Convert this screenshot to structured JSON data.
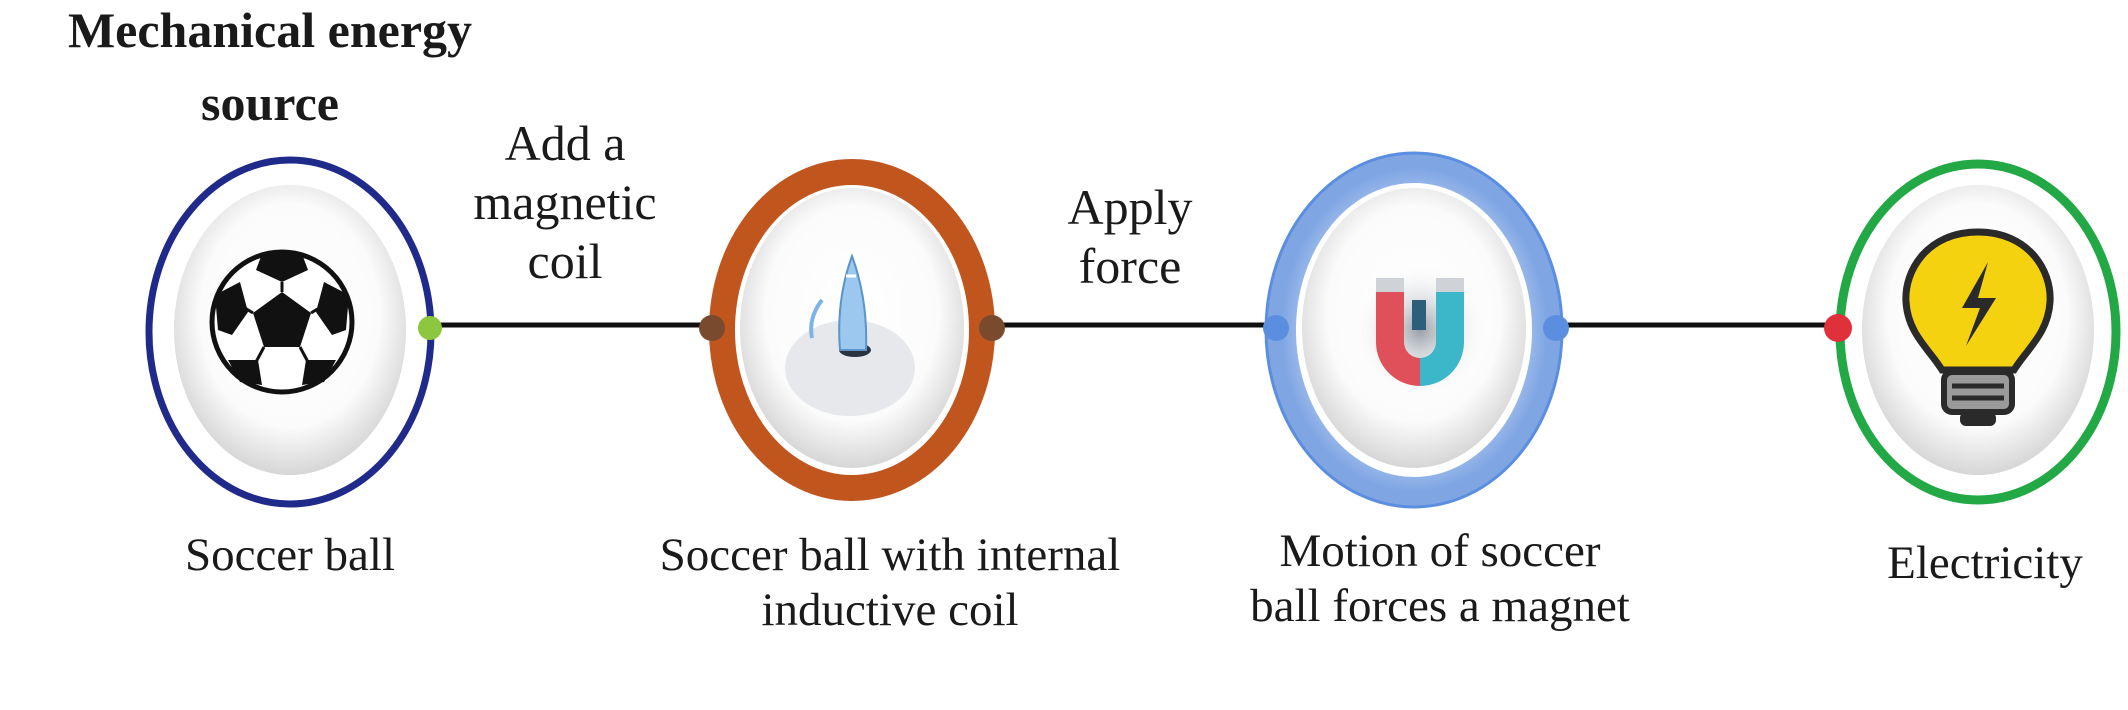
{
  "title": "Mechanical energy source",
  "edges": [
    {
      "label": "Add a magnetic coil"
    },
    {
      "label": "Apply force"
    },
    {
      "label": ""
    }
  ],
  "nodes": [
    {
      "label": "Soccer ball",
      "icon": "soccer-ball-icon",
      "ring_color": "#1f2a8a",
      "port_color": "#8dc63f"
    },
    {
      "label": "Soccer ball with internal inductive coil",
      "icon": "coil-device-icon",
      "ring_color": "#c0561e",
      "port_color": "#7a4a2e"
    },
    {
      "label": "Motion of soccer ball forces a magnet",
      "icon": "magnet-icon",
      "ring_color": "#6a9ae0",
      "port_color": "#5b8ee0"
    },
    {
      "label": "Electricity",
      "icon": "light-bulb-icon",
      "ring_color": "#22a845",
      "port_color": "#e0303a"
    }
  ]
}
